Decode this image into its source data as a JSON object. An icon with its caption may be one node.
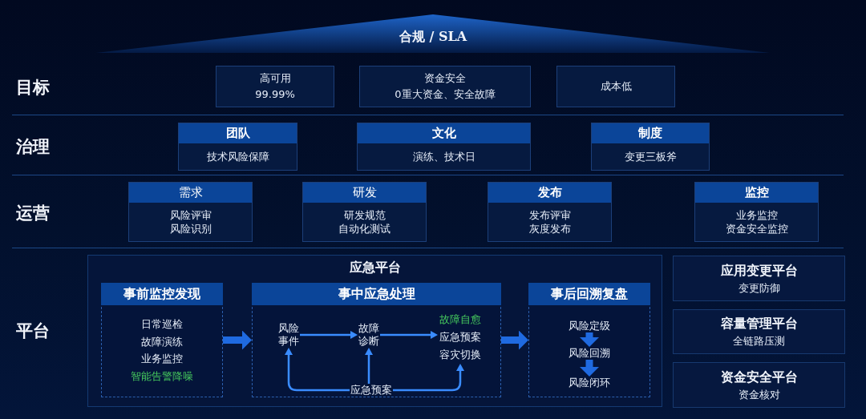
{
  "diagram": {
    "nodes": [
      {
        "text": [
          "合规 / SLA"
        ]
      },
      {
        "text": [
          "高可用",
          "99.99%"
        ]
      },
      {
        "text": [
          "资金安全",
          "0重大资金、安全故障"
        ]
      },
      {
        "text": [
          "成本低"
        ]
      },
      {
        "text": [
          "团队",
          "技术风险保障"
        ]
      },
      {
        "text": [
          "文化",
          "演练、技术日"
        ]
      },
      {
        "text": [
          "制度",
          "变更三板斧"
        ]
      },
      {
        "text": [
          "需求",
          "风险评审",
          "风险识别"
        ]
      },
      {
        "text": [
          "研发",
          "研发规范",
          "自动化测试"
        ]
      },
      {
        "text": [
          "发布",
          "发布评审",
          "灰度发布"
        ]
      },
      {
        "text": [
          "监控",
          "业务监控",
          "资金安全监控"
        ]
      },
      {
        "text": [
          "应急平台"
        ]
      },
      {
        "text": [
          "事前监控发现",
          "日常巡检",
          "故障演练",
          "业务监控",
          "智能告警降噪"
        ],
        "in": 11
      },
      {
        "text": [
          "事中应急处理"
        ],
        "in": 11
      },
      {
        "text": [
          "风险事件"
        ],
        "in": 13
      },
      {
        "text": [
          "故障诊断"
        ],
        "in": 13
      },
      {
        "text": [
          "故障自愈",
          "应急预案",
          "容灾切换"
        ],
        "in": 13
      },
      {
        "text": [
          "应急预案"
        ],
        "in": 13
      },
      {
        "text": [
          "事后回溯复盘"
        ],
        "in": 11
      },
      {
        "text": [
          "风险定级"
        ],
        "in": 18
      },
      {
        "text": [
          "风险回溯"
        ],
        "in": 18
      },
      {
        "text": [
          "风险闭环"
        ],
        "in": 18
      },
      {
        "text": [
          "应用变更平台",
          "变更防御"
        ]
      },
      {
        "text": [
          "容量管理平台",
          "全链路压测"
        ]
      },
      {
        "text": [
          "资金安全平台",
          "资金核对"
        ]
      }
    ],
    "edges": [
      {
        "from": 12,
        "to": 13,
        "arrow": "to",
        "style": "thick"
      },
      {
        "from": 13,
        "to": 18,
        "arrow": "to",
        "style": "thick"
      },
      {
        "from": 14,
        "to": 15,
        "arrow": "to"
      },
      {
        "from": 15,
        "to": 16,
        "arrow": "to"
      },
      {
        "from": 17,
        "to": 14,
        "arrow": "to"
      },
      {
        "from": 17,
        "to": 15,
        "arrow": "to"
      },
      {
        "from": 17,
        "to": 16,
        "arrow": "to"
      },
      {
        "from": 19,
        "to": 20,
        "arrow": "to",
        "style": "thick"
      },
      {
        "from": 20,
        "to": 21,
        "arrow": "to",
        "style": "thick"
      }
    ],
    "labels": [
      "目标",
      "治理",
      "运营",
      "平台"
    ]
  }
}
